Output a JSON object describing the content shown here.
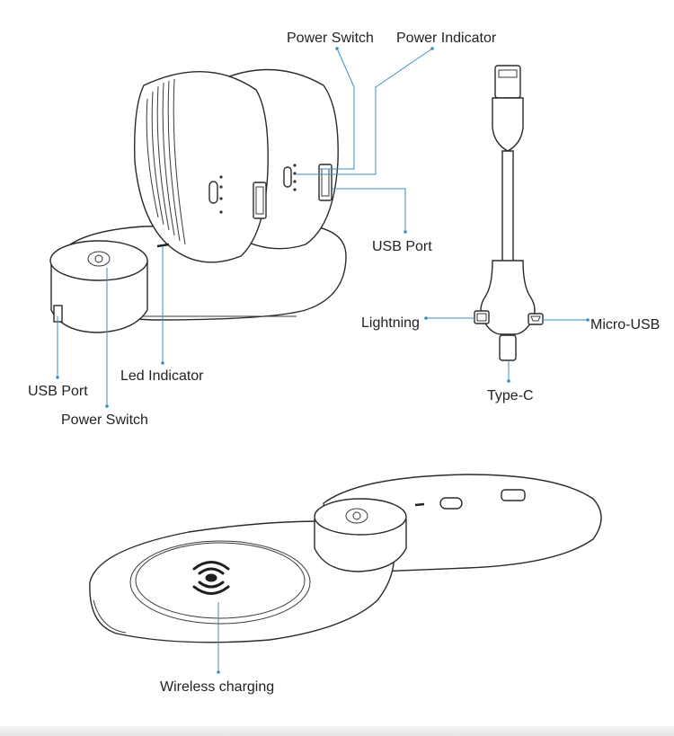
{
  "theme": {
    "leader_color": "#3a8fc9",
    "outline_color": "#2a2a2a",
    "background": "#ffffff"
  },
  "labels": {
    "power_switch_top": "Power Switch",
    "power_indicator": "Power Indicator",
    "usb_port_right": "USB Port",
    "usb_port_left": "USB Port",
    "led_indicator": "Led Indicator",
    "power_switch_bottom": "Power Switch",
    "lightning": "Lightning",
    "micro_usb": "Micro-USB",
    "type_c": "Type-C",
    "wireless_charging": "Wireless charging"
  },
  "icons": {
    "power": "power-icon",
    "wireless": "wireless-charging-icon"
  }
}
